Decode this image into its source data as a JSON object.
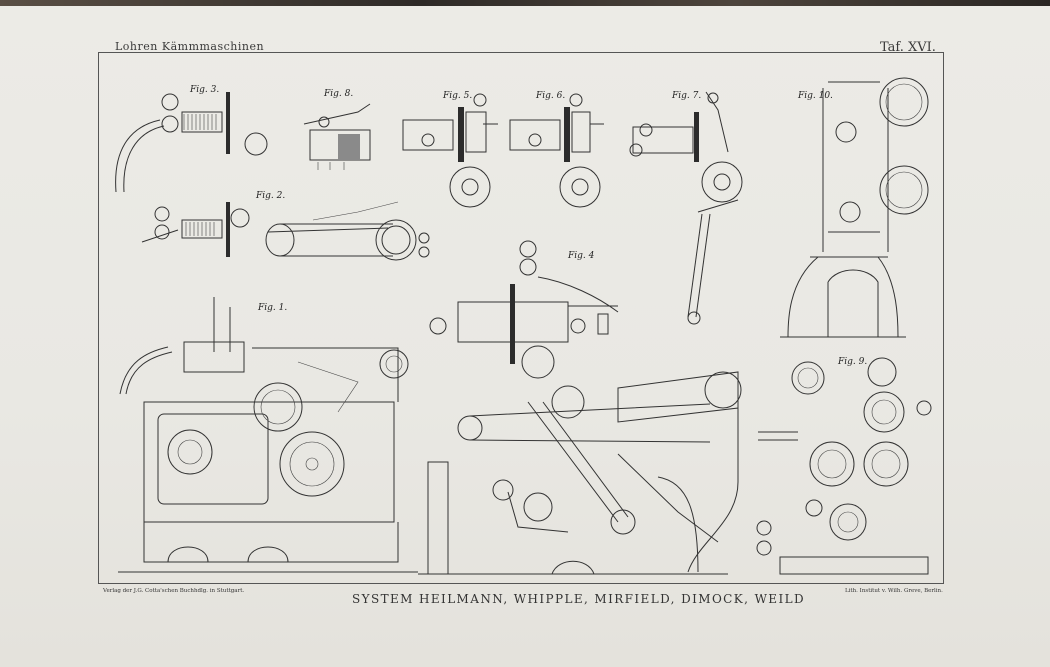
{
  "header": {
    "left": "Lohren Kämmmaschinen",
    "right": "Taf. XVI."
  },
  "figures": {
    "fig1": "Fig. 1.",
    "fig2": "Fig. 2.",
    "fig3": "Fig. 3.",
    "fig4": "Fig. 4",
    "fig5": "Fig. 5.",
    "fig6": "Fig. 6.",
    "fig7": "Fig. 7.",
    "fig8": "Fig. 8.",
    "fig9": "Fig. 9.",
    "fig10": "Fig. 10."
  },
  "footer": {
    "publisher": "Verlag der J.G. Cotta'schen Buchhdlg. in Stuttgart.",
    "title": "SYSTEM HEILMANN, WHIPPLE, MIRFIELD, DIMOCK, WEILD",
    "printer": "Lith. Institut v. Wilh. Greve, Berlin."
  }
}
